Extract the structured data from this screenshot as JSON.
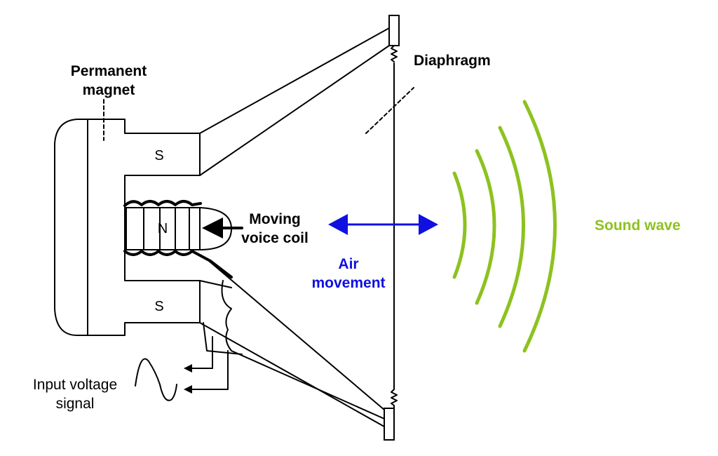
{
  "labels": {
    "permanent_magnet_1": "Permanent",
    "permanent_magnet_2": "magnet",
    "diaphragm": "Diaphragm",
    "voice_coil_1": "Moving",
    "voice_coil_2": "voice coil",
    "air_1": "Air",
    "air_2": "movement",
    "sound_wave": "Sound wave",
    "input_1": "Input voltage",
    "input_2": "signal",
    "pole_s_top": "S",
    "pole_n": "N",
    "pole_s_bottom": "S"
  },
  "colors": {
    "air": "#1010e0",
    "sound": "#8dc21f",
    "line": "#000000"
  },
  "icons": [
    "speaker-magnet",
    "voice-coil",
    "diaphragm-cone",
    "sound-wave-arcs",
    "sine-wave-icon",
    "double-arrow-icon"
  ]
}
